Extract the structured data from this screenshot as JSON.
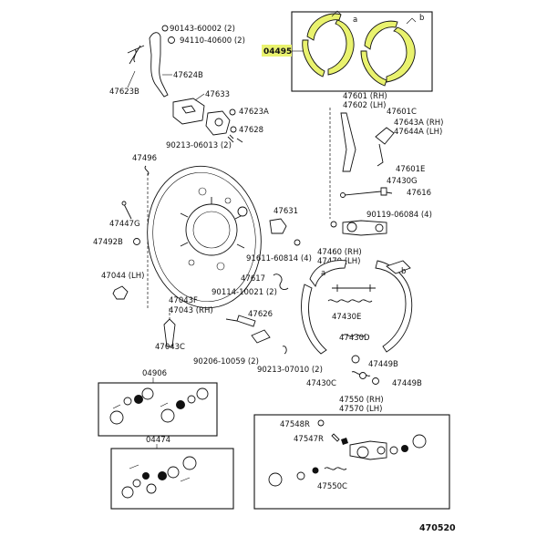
{
  "diagram_id": "470520",
  "colors": {
    "highlight": "#e9f26e",
    "ink": "#111111",
    "background": "#ffffff"
  },
  "labels": [
    {
      "id": "p90143",
      "text": "90143-60002 (2)"
    },
    {
      "id": "p94110",
      "text": "94110-40600 (2)"
    },
    {
      "id": "p47624b",
      "text": "47624B"
    },
    {
      "id": "p47623b",
      "text": "47623B"
    },
    {
      "id": "p47633",
      "text": "47633"
    },
    {
      "id": "p47623a",
      "text": "47623A"
    },
    {
      "id": "p47628",
      "text": "47628"
    },
    {
      "id": "p90213a",
      "text": "90213-06013 (2)"
    },
    {
      "id": "p47496",
      "text": "47496"
    },
    {
      "id": "p47447g",
      "text": "47447G"
    },
    {
      "id": "p47492b",
      "text": "47492B"
    },
    {
      "id": "p47043f",
      "text": "47043F"
    },
    {
      "id": "p47043rh",
      "text": "47043 (RH)"
    },
    {
      "id": "p47044lh",
      "text": "47044 (LH)"
    },
    {
      "id": "p47043c",
      "text": "47043C"
    },
    {
      "id": "p47631",
      "text": "47631"
    },
    {
      "id": "p91611",
      "text": "91611-60814 (4)"
    },
    {
      "id": "p47617",
      "text": "47617"
    },
    {
      "id": "p90114",
      "text": "90114-10021 (2)"
    },
    {
      "id": "p47626",
      "text": "47626"
    },
    {
      "id": "p90206",
      "text": "90206-10059 (2)"
    },
    {
      "id": "p90213b",
      "text": "90213-07010 (2)"
    },
    {
      "id": "p04495",
      "text": "04495"
    },
    {
      "id": "p47601rh",
      "text": "47601 (RH)"
    },
    {
      "id": "p47602lh",
      "text": "47602 (LH)"
    },
    {
      "id": "p47601c",
      "text": "47601C"
    },
    {
      "id": "p47643a",
      "text": "47643A (RH)"
    },
    {
      "id": "p47644a",
      "text": "47644A (LH)"
    },
    {
      "id": "p47601e",
      "text": "47601E"
    },
    {
      "id": "p47430g",
      "text": "47430G"
    },
    {
      "id": "p47616",
      "text": "47616"
    },
    {
      "id": "p90119",
      "text": "90119-06084 (4)"
    },
    {
      "id": "p47460rh",
      "text": "47460 (RH)"
    },
    {
      "id": "p47470lh",
      "text": "47470 (LH)"
    },
    {
      "id": "p47430e",
      "text": "47430E"
    },
    {
      "id": "p47430d",
      "text": "47430D"
    },
    {
      "id": "p47449b1",
      "text": "47449B"
    },
    {
      "id": "p47430c",
      "text": "47430C"
    },
    {
      "id": "p47449b2",
      "text": "47449B"
    },
    {
      "id": "p04906",
      "text": "04906"
    },
    {
      "id": "p04474",
      "text": "04474"
    },
    {
      "id": "p47550rh",
      "text": "47550 (RH)"
    },
    {
      "id": "p47570lh",
      "text": "47570 (LH)"
    },
    {
      "id": "p47548r",
      "text": "47548R"
    },
    {
      "id": "p47547r",
      "text": "47547R"
    },
    {
      "id": "p47550c",
      "text": "47550C"
    }
  ],
  "marks": {
    "a": "a",
    "b": "b"
  }
}
